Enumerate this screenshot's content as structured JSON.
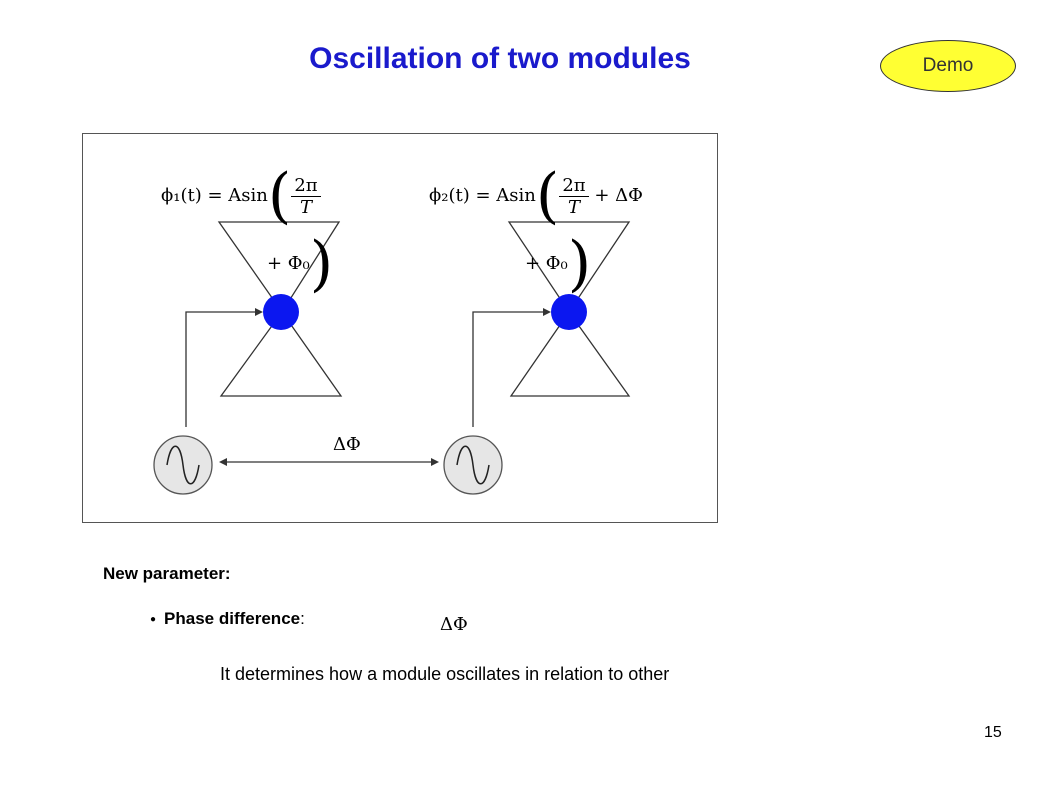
{
  "slide": {
    "title": "Oscillation of two modules",
    "demo_label": "Demo",
    "page_number": "15"
  },
  "colors": {
    "title": "#1a1acc",
    "demo_fill": "#ffff33",
    "module_ball": "#0b17f0",
    "generator_fill": "#e6e6e6"
  },
  "diagram": {
    "eq1": {
      "lhs": "ϕ₁(t) = A",
      "func": "sin",
      "num": "2π",
      "den": "T",
      "tail": "+ Φ₀"
    },
    "eq2": {
      "lhs": "ϕ₂(t) = A",
      "func": "sin",
      "num": "2π",
      "den": "T",
      "extra": "+ ΔΦ",
      "tail": "+ Φ₀"
    },
    "coupling_label": "ΔΦ",
    "icons": [
      "sine-wave-icon",
      "sine-wave-icon"
    ]
  },
  "content": {
    "heading": "New parameter:",
    "bullet_label": "Phase difference",
    "bullet_colon": ":",
    "bullet_symbol": "ΔΦ",
    "explanation": "It determines how a module oscillates in relation to other"
  }
}
